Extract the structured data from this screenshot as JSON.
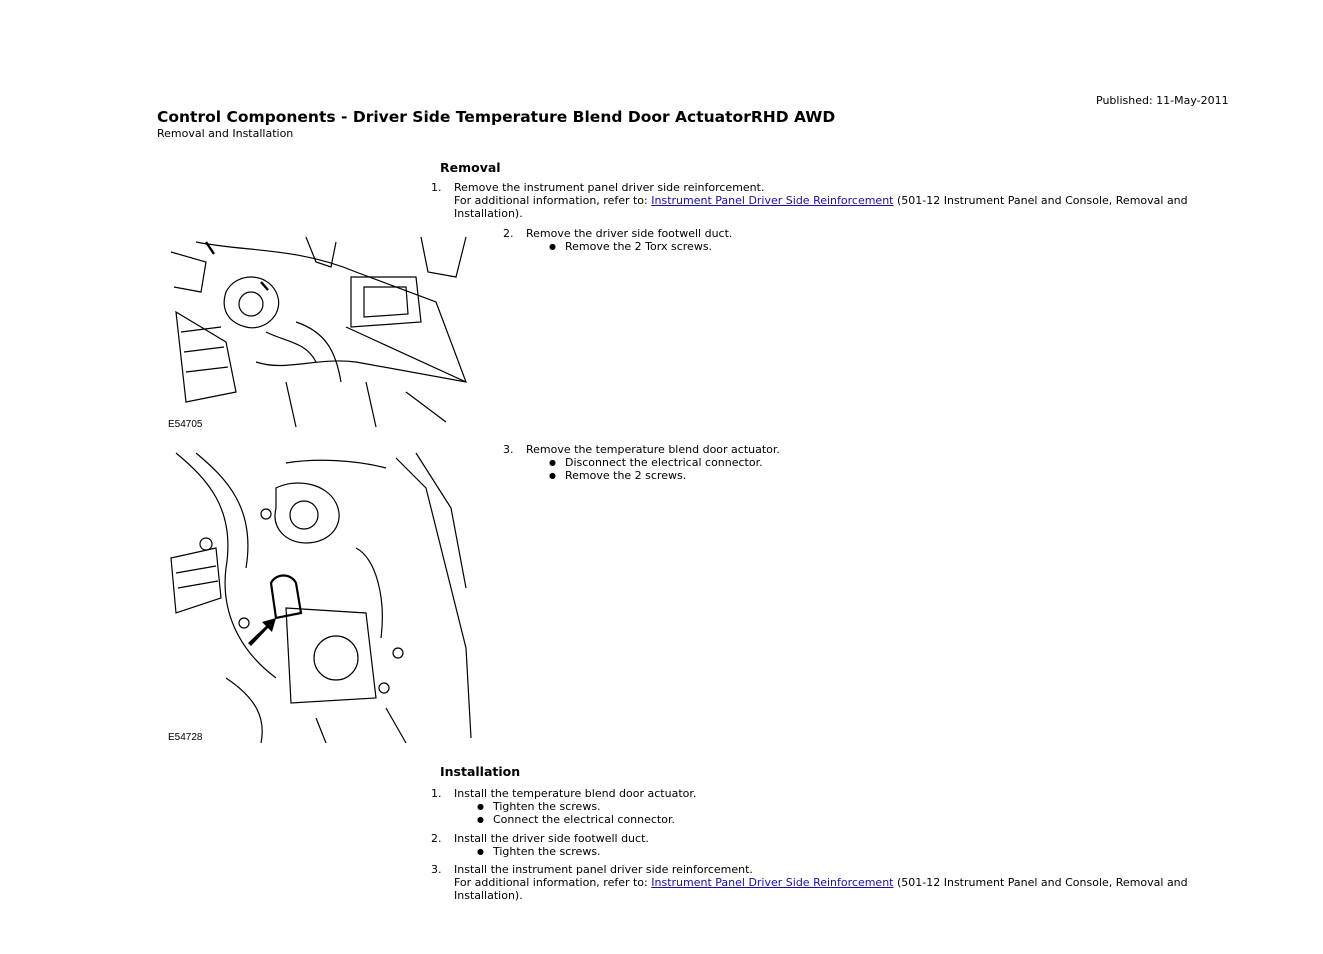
{
  "header": {
    "published": "Published: 11-May-2011",
    "title": "Control Components - Driver Side Temperature Blend Door ActuatorRHD AWD",
    "subtitle": "Removal and Installation"
  },
  "removal": {
    "heading": "Removal",
    "step1": {
      "num": "1.",
      "text": "Remove the instrument panel driver side reinforcement.",
      "ref_prefix": "For additional information, refer to: ",
      "ref_link": "Instrument Panel Driver Side Reinforcement",
      "ref_suffix_1": " (501-12 Instrument Panel and Console, Removal and",
      "ref_suffix_2": "Installation)."
    },
    "step2": {
      "num": "2.",
      "text": "Remove the driver side footwell duct.",
      "bullets": [
        "Remove the 2 Torx screws."
      ],
      "figure_label": "E54705"
    },
    "step3": {
      "num": "3.",
      "text": "Remove the temperature blend door actuator.",
      "bullets": [
        "Disconnect the electrical connector.",
        "Remove the 2 screws."
      ],
      "figure_label": "E54728"
    }
  },
  "installation": {
    "heading": "Installation",
    "step1": {
      "num": "1.",
      "text": "Install the temperature blend door actuator.",
      "bullets": [
        "Tighten the screws.",
        "Connect the electrical connector."
      ]
    },
    "step2": {
      "num": "2.",
      "text": "Install the driver side footwell duct.",
      "bullets": [
        "Tighten the screws."
      ]
    },
    "step3": {
      "num": "3.",
      "text": "Install the instrument panel driver side reinforcement.",
      "ref_prefix": "For additional information, refer to: ",
      "ref_link": "Instrument Panel Driver Side Reinforcement",
      "ref_suffix_1": " (501-12 Instrument Panel and Console, Removal and",
      "ref_suffix_2": "Installation)."
    }
  }
}
